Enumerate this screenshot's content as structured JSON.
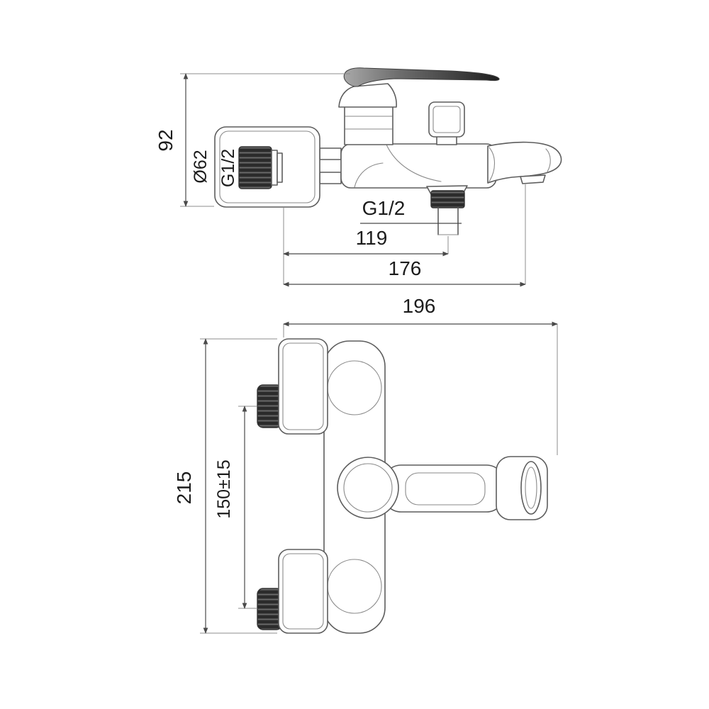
{
  "background": "#ffffff",
  "colors": {
    "outline": "#5d5d5d",
    "dimension_line": "#4a4a4a",
    "extension_line": "#8c8c8c",
    "text": "#1c1c1c",
    "dark_fitting": "#2b2b2b"
  },
  "views": {
    "side": {
      "dims": {
        "height": "92",
        "escutcheon_diameter": "Ø62",
        "inlet_thread": "G1/2",
        "outlet_thread": "G1/2",
        "outlet_offset": "119",
        "depth": "176"
      }
    },
    "front": {
      "dims": {
        "width": "196",
        "height": "215",
        "spacing": "150±15"
      }
    }
  }
}
